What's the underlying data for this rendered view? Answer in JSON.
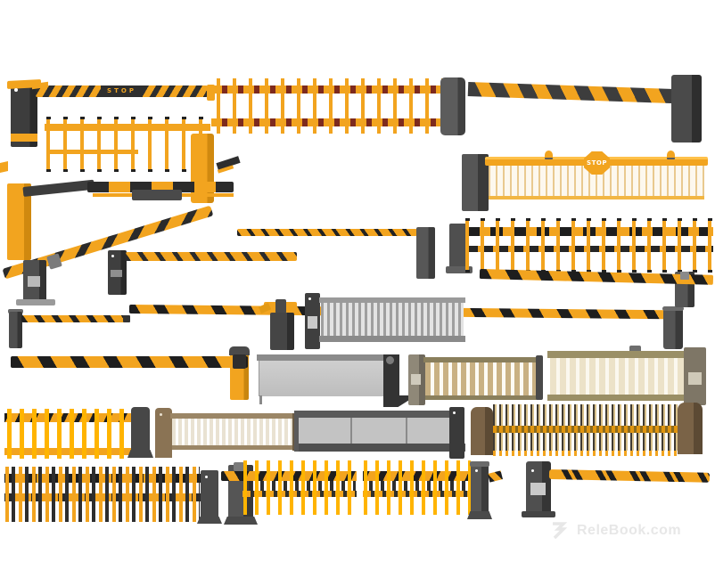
{
  "scene": {
    "kind": "3d-model-collage",
    "subject": "parking boom barriers and gate models",
    "background": "#ffffff"
  },
  "labels": {
    "boom_stop_text": "STOP",
    "stop_sign_text": "STOP"
  },
  "watermark": {
    "logo_icon": "relebook-logo",
    "brand_text": "ReleBook.com"
  },
  "colors": {
    "barrier_yellow": "#F2A41F",
    "bright_yellow": "#FFB400",
    "stripe_black": "#1E1E1E",
    "cabinet_gray": "#4A4A4A",
    "gate_gray": "#C3C3C3",
    "slat_tan": "#C9B183",
    "slat_cream": "#ECE2C8",
    "post_brown": "#6D5A41",
    "rail_khaki": "#9A8F66",
    "rung_dark_red": "#7D2A1E",
    "watermark_gray": "#E7E7E7"
  },
  "items": [
    {
      "id": 1,
      "kind": "boom-barrier-stop-arm"
    },
    {
      "id": 2,
      "kind": "ladder-rail-barrier"
    },
    {
      "id": 3,
      "kind": "striped-boom-barrier"
    },
    {
      "id": 4,
      "kind": "picket-fence-barrier"
    },
    {
      "id": 5,
      "kind": "stop-sign-fence-barrier"
    },
    {
      "id": 6,
      "kind": "folding-arm-barrier"
    },
    {
      "id": 7,
      "kind": "raised-boom-barrier"
    },
    {
      "id": 8,
      "kind": "compact-boom-barrier"
    },
    {
      "id": 9,
      "kind": "thin-boom-barrier"
    },
    {
      "id": 10,
      "kind": "crosshatch-fence-barrier"
    },
    {
      "id": 11,
      "kind": "low-boom-barrier"
    },
    {
      "id": 12,
      "kind": "mini-boom-barrier"
    },
    {
      "id": 13,
      "kind": "folded-tip-cabinet"
    },
    {
      "id": 14,
      "kind": "slat-sliding-gate-gray"
    },
    {
      "id": 15,
      "kind": "long-boom-barrier"
    },
    {
      "id": 16,
      "kind": "yellow-post-boom-barrier"
    },
    {
      "id": 17,
      "kind": "panel-gate-gray"
    },
    {
      "id": 18,
      "kind": "slat-gate-tan"
    },
    {
      "id": 19,
      "kind": "slat-gate-cream"
    },
    {
      "id": 20,
      "kind": "ladder-fence-small"
    },
    {
      "id": 21,
      "kind": "slat-gate-white"
    },
    {
      "id": 22,
      "kind": "three-panel-gate"
    },
    {
      "id": 23,
      "kind": "dense-picket-fence"
    },
    {
      "id": 24,
      "kind": "crosshatch-fence-double-post"
    },
    {
      "id": 25,
      "kind": "tall-bar-double-fence"
    },
    {
      "id": 26,
      "kind": "bottom-boom-barrier"
    }
  ]
}
